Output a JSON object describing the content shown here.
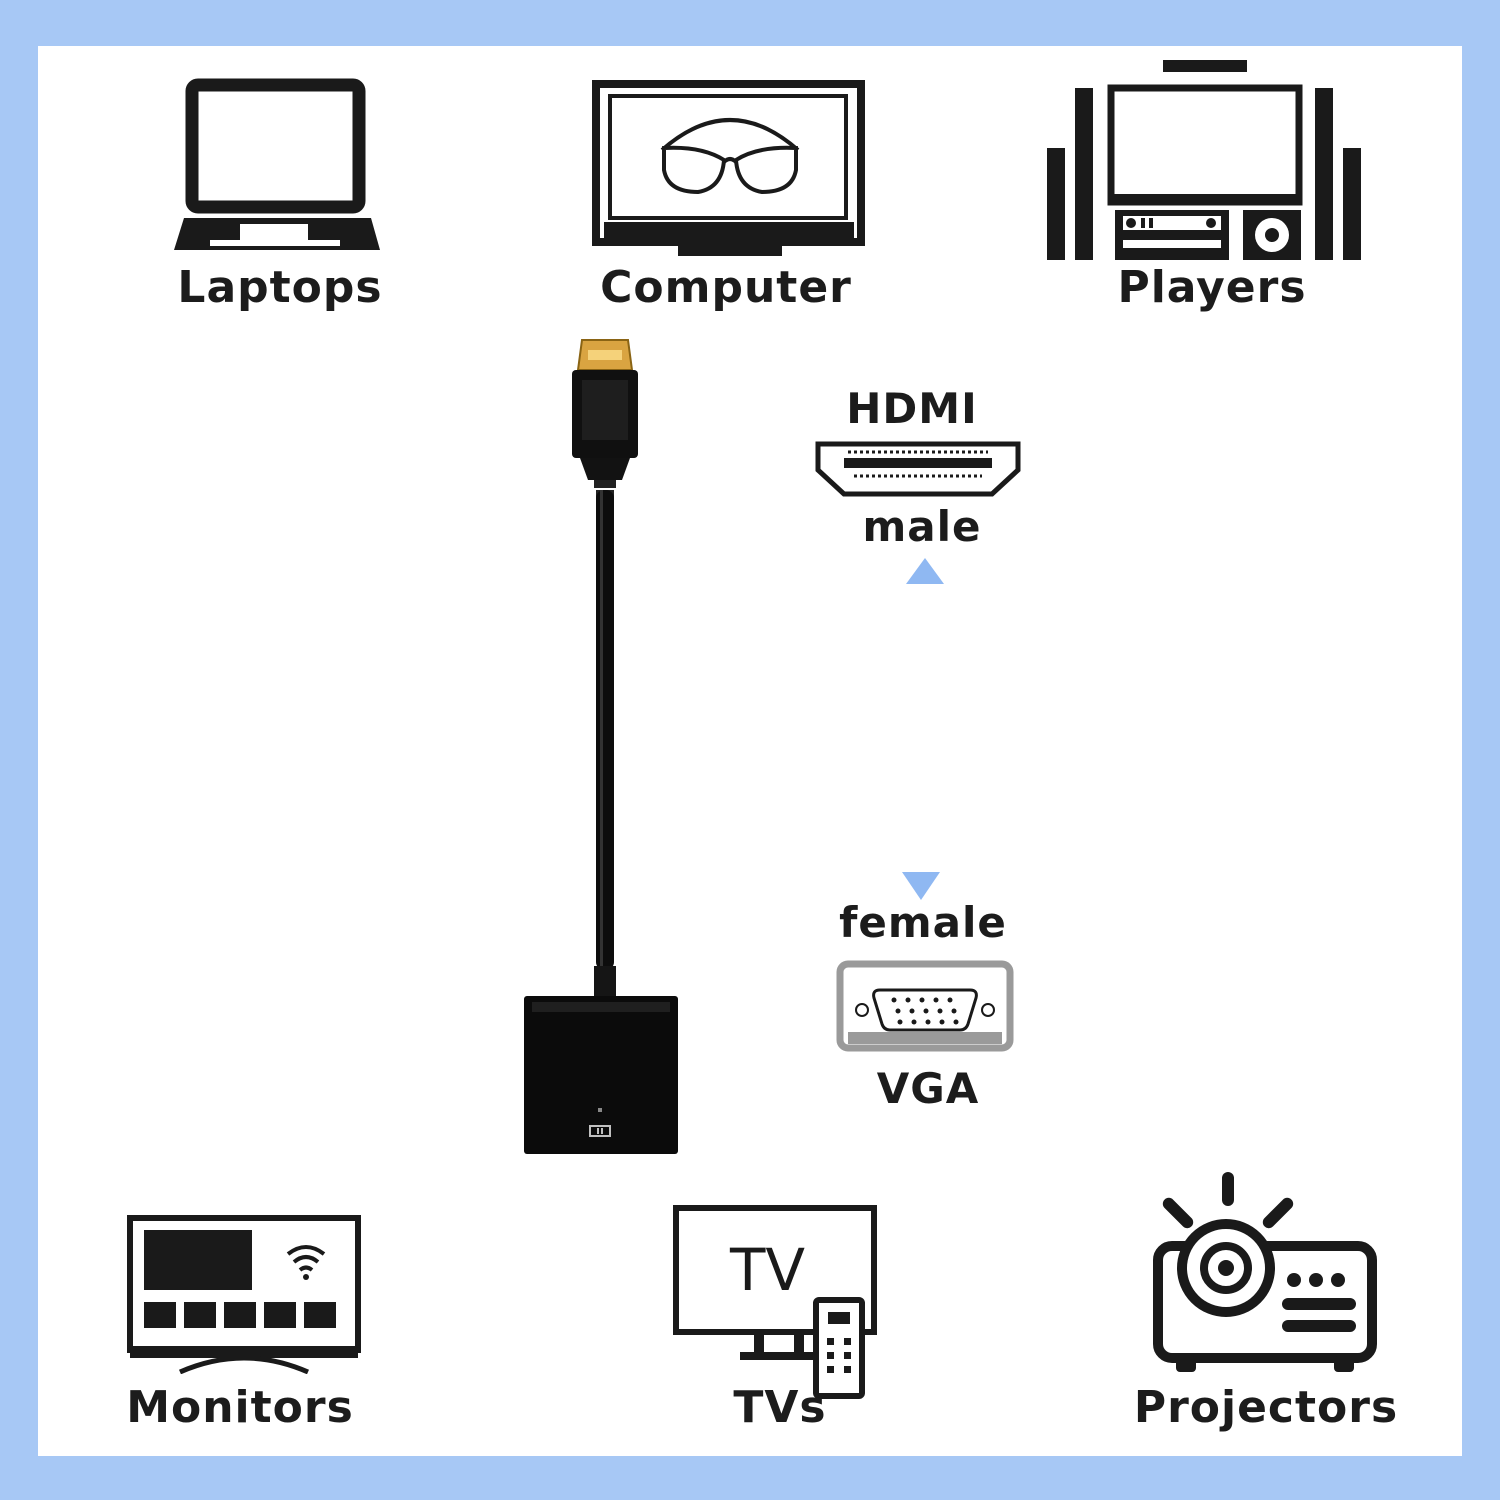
{
  "devices_top": [
    {
      "label": "Laptops",
      "icon": "laptop-icon"
    },
    {
      "label": "Computer",
      "icon": "computer-monitor-icon"
    },
    {
      "label": "Players",
      "icon": "home-theater-icon"
    }
  ],
  "devices_bottom": [
    {
      "label": "Monitors",
      "icon": "smart-monitor-icon"
    },
    {
      "label": "TVs",
      "icon": "tv-remote-icon",
      "icon_text": "TV"
    },
    {
      "label": "Projectors",
      "icon": "projector-icon"
    }
  ],
  "hdmi": {
    "title": "HDMI",
    "gender": "male",
    "icon": "hdmi-port-icon"
  },
  "vga": {
    "title": "VGA",
    "gender": "female",
    "icon": "vga-port-icon"
  },
  "colors": {
    "frame": "#a7c8f5",
    "arrow": "#8fb8f2",
    "icon": "#1a1a1a",
    "connector_gold": "#e0b24a"
  }
}
